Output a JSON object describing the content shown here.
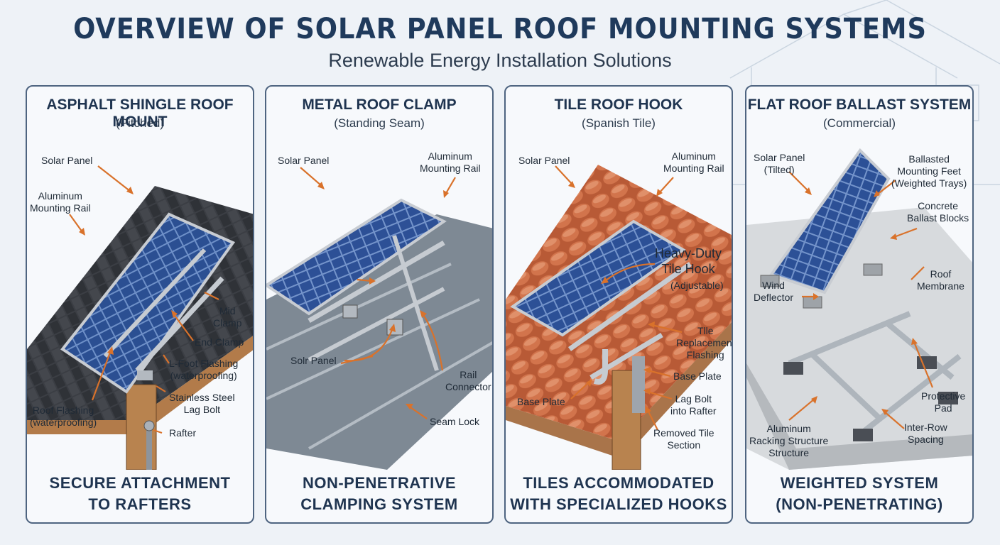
{
  "title": "OVERVIEW OF SOLAR PANEL ROOF MOUNTING SYSTEMS",
  "subtitle": "Renewable Energy Installation Solutions",
  "colors": {
    "accent_arrow": "#d9722b",
    "panel_border": "#4e6480",
    "solar_panel": "#2c4f8f",
    "shingle": "#3a3d42",
    "tile": "#c0603b",
    "metal_roof": "#7c8791",
    "concrete": "#c9ccd0"
  },
  "panels": [
    {
      "title": "ASPHALT SHINGLE ROOF MOUNT",
      "subtitle": "(Pitched)",
      "labels": [
        "Solar Panel",
        "Aluminum\nMounting Rail",
        "Mid\nClamp",
        "End Clamp",
        "L-Foot Flashing\n(waterproofing)",
        "Stainless Steel\nLag Bolt",
        "Roof Flashing\n(waterproofing)",
        "Rafter"
      ],
      "footer": "SECURE ATTACHMENT\nTO RAFTERS"
    },
    {
      "title": "METAL ROOF CLAMP",
      "subtitle": "(Standing Seam)",
      "labels": [
        "Solar Panel",
        "Aluminum\nMounting Rail",
        "Solr Panel",
        "Rail\nConnector",
        "Seam Lock"
      ],
      "footer": "NON-PENETRATIVE\nCLAMPING SYSTEM"
    },
    {
      "title": "TILE ROOF HOOK",
      "subtitle": "(Spanish Tile)",
      "labels": [
        "Solar Panel",
        "Aluminum\nMounting Rail",
        "Heavy-Duty\nTile Hook",
        "(Adjustable)",
        "Tlle\nReplacement\nFlashing",
        "Base Plate",
        "Base Plate",
        "Lag Bolt\ninto Rafter",
        "Removed Tile\nSection"
      ],
      "footer": "TILES ACCOMMODATED\nWITH SPECIALIZED HOOKS"
    },
    {
      "title": "FLAT ROOF BALLAST SYSTEM",
      "subtitle": "(Commercial)",
      "labels": [
        "Solar Panel\n(Tilted)",
        "Ballasted\nMounting Feet\n(Weighted Trays)",
        "Concrete\nBallast Blocks",
        "Wind\nDeflector",
        "Roof\nMembrane",
        "Protective\nPad",
        "Aluminum\nRacking Structure\nStructure",
        "Inter-Row\nSpacing"
      ],
      "footer": "WEIGHTED SYSTEM\n(NON-PENETRATING)"
    }
  ]
}
